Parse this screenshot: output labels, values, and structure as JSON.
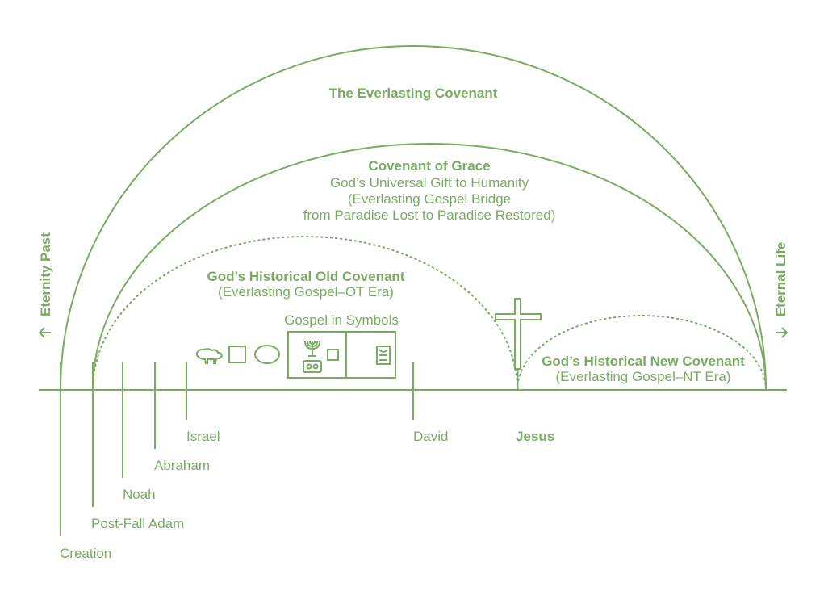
{
  "diagram": {
    "title": "The Everlasting Covenant",
    "grace": {
      "title": "Covenant of Grace",
      "line1": "God’s Universal Gift to Humanity",
      "line2": "(Everlasting Gospel Bridge",
      "line3": "from Paradise Lost to Paradise Restored)"
    },
    "old_covenant": {
      "title": "God’s Historical Old Covenant",
      "subtitle": "(Everlasting Gospel–OT Era)"
    },
    "new_covenant": {
      "title": "God’s Historical New Covenant",
      "subtitle": "(Everlasting Gospel–NT Era)"
    },
    "symbols_label": "Gospel in Symbols",
    "eternity_past": "Eternity Past",
    "eternal_life": "Eternal Life",
    "timeline": {
      "creation": "Creation",
      "post_fall_adam": "Post-Fall Adam",
      "noah": "Noah",
      "abraham": "Abraham",
      "israel": "Israel",
      "david": "David",
      "jesus": "Jesus"
    },
    "colors": {
      "accent": "#7aab63"
    },
    "icons": [
      "lamb-icon",
      "altar-square-icon",
      "laver-oval-icon",
      "menorah-icon",
      "showbread-table-icon",
      "incense-altar-icon",
      "ark-of-covenant-icon",
      "cross-icon"
    ]
  }
}
